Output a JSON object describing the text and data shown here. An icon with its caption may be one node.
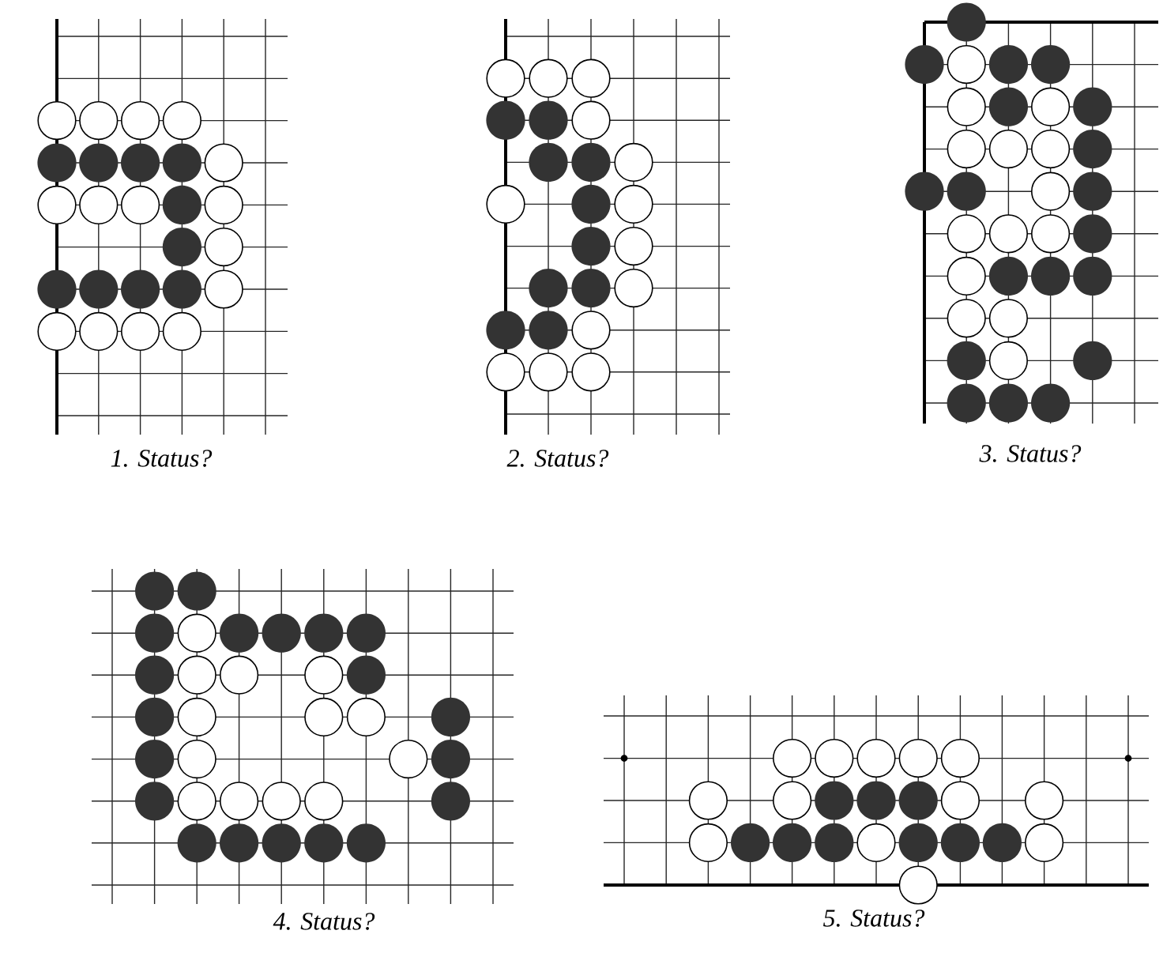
{
  "diagram": {
    "labels": [
      "1. Status?",
      "2. Status?",
      "3. Status?",
      "4. Status?",
      "5. Status?"
    ]
  }
}
